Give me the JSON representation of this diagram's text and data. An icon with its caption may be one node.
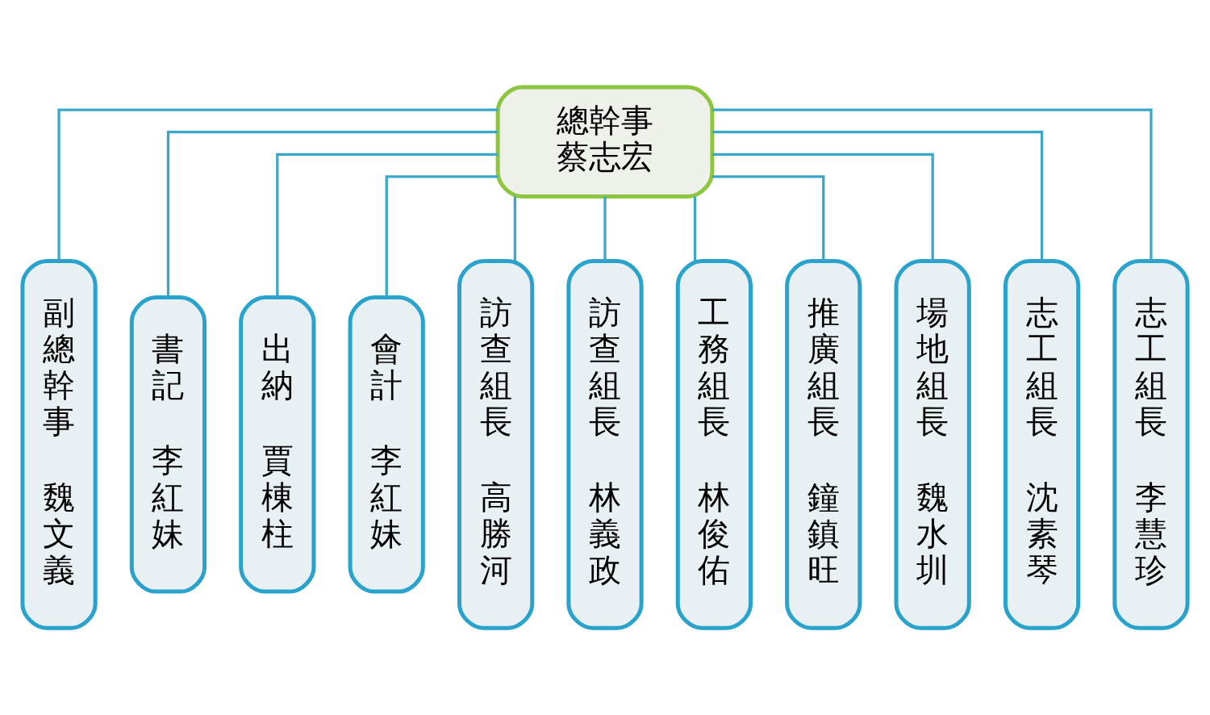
{
  "diagram": {
    "nodes": [
      {
        "text": [
          "總幹事",
          "蔡志宏"
        ]
      },
      {
        "text": [
          "副總幹事",
          "魏文義"
        ]
      },
      {
        "text": [
          "書記",
          "李紅妹"
        ]
      },
      {
        "text": [
          "出納",
          "賈棟柱"
        ]
      },
      {
        "text": [
          "會計",
          "李紅妹"
        ]
      },
      {
        "text": [
          "訪查組長",
          "高勝河"
        ]
      },
      {
        "text": [
          "訪查組長",
          "林義政"
        ]
      },
      {
        "text": [
          "工務組長",
          "林俊佑"
        ]
      },
      {
        "text": [
          "推廣組長",
          "鐘鎮旺"
        ]
      },
      {
        "text": [
          "場地組長",
          "魏水圳"
        ]
      },
      {
        "text": [
          "志工組長",
          "沈素琴"
        ]
      },
      {
        "text": [
          "志工組長",
          "李慧珍"
        ]
      }
    ],
    "edges": [
      {
        "from": 0,
        "to": 1,
        "arrow": "none"
      },
      {
        "from": 0,
        "to": 2,
        "arrow": "none"
      },
      {
        "from": 0,
        "to": 3,
        "arrow": "none"
      },
      {
        "from": 0,
        "to": 4,
        "arrow": "none"
      },
      {
        "from": 0,
        "to": 5,
        "arrow": "none"
      },
      {
        "from": 0,
        "to": 6,
        "arrow": "none"
      },
      {
        "from": 0,
        "to": 7,
        "arrow": "none"
      },
      {
        "from": 0,
        "to": 8,
        "arrow": "none"
      },
      {
        "from": 0,
        "to": 9,
        "arrow": "none"
      },
      {
        "from": 0,
        "to": 10,
        "arrow": "none"
      },
      {
        "from": 0,
        "to": 11,
        "arrow": "none"
      }
    ]
  }
}
